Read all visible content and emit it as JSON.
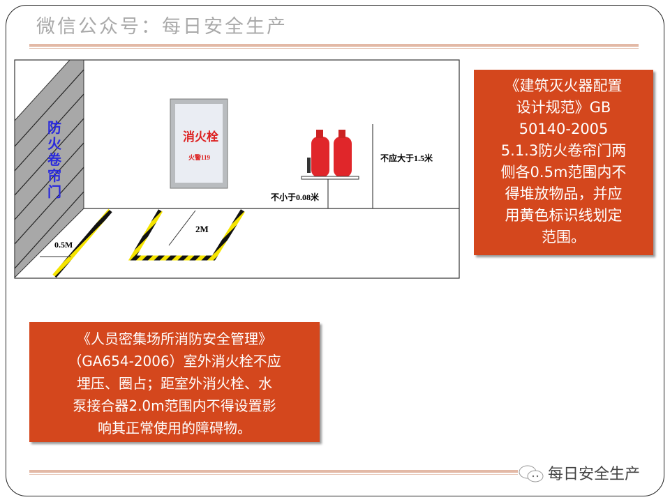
{
  "header": {
    "title": "微信公众号：每日安全生产"
  },
  "diagram": {
    "door_label": [
      "防",
      "火",
      "卷",
      "帘",
      "门"
    ],
    "hydrant_title": "消火栓",
    "hydrant_sub": "火警119",
    "dist_door": "0.5M",
    "dist_hydrant": "2M",
    "max_height": "不应大于1.5米",
    "min_height": "不小于0.08米",
    "colors": {
      "wall": "#a8a8a8",
      "hazard_yellow": "#f5e400",
      "extinguisher": "#e0262a",
      "door_text": "#2a2adc"
    }
  },
  "callout_right": {
    "lines": [
      "《建筑灭火器配置",
      "设计规范》GB",
      "50140-2005",
      "5.1.3防火卷帘门两",
      "侧各0.5m范围内不",
      "得堆放物品，并应",
      "用黄色标识线划定",
      "范围。"
    ]
  },
  "callout_left": {
    "lines": [
      "《人员密集场所消防安全管理》",
      "（GA654-2006）室外消火栓不应",
      "埋压、圈占；距室外消火栓、水",
      "泵接合器2.0m范围内不得设置影",
      "响其正常使用的障碍物。"
    ]
  },
  "footer": {
    "brand": "每日安全生产",
    "icon": "wechat-icon"
  },
  "colors": {
    "callout": "#d4471d",
    "rule": "#e3b9a6"
  }
}
